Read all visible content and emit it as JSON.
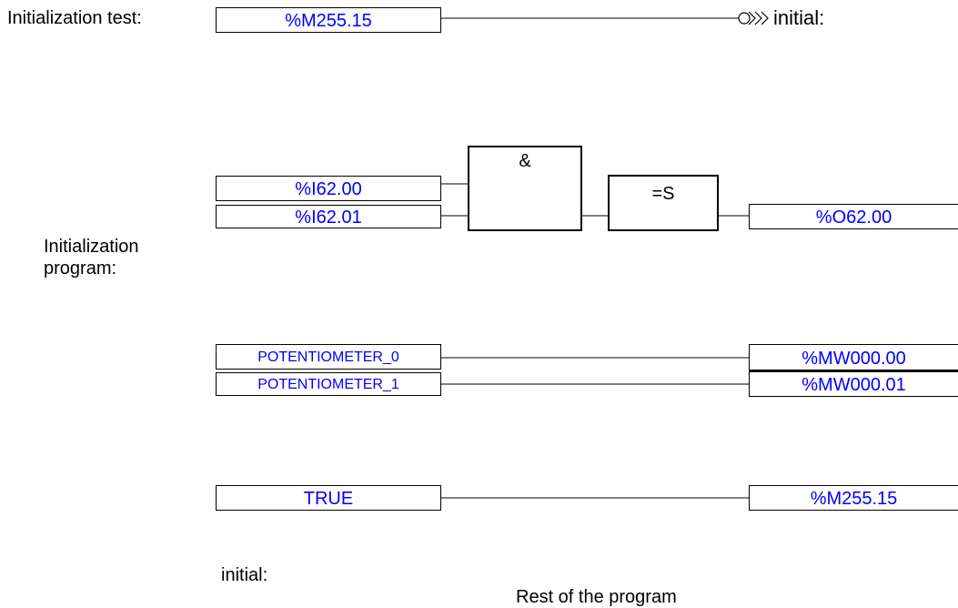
{
  "labels": {
    "init_test": "Initialization test:",
    "init_prog_line1": "Initialization",
    "init_prog_line2": "program:",
    "jump_target": "initial:",
    "label_initial": "initial:",
    "rest": "Rest of the program"
  },
  "rung_test": {
    "input": "%M255.15"
  },
  "rung_and": {
    "inputs": [
      "%I62.00",
      "%I62.01"
    ],
    "and_symbol": "&",
    "set_symbol": "=S",
    "output": "%O62.00"
  },
  "rung_pots": {
    "inputs": [
      "POTENTIOMETER_0",
      "POTENTIOMETER_1"
    ],
    "outputs": [
      "%MW000.00",
      "%MW000.01"
    ]
  },
  "rung_true": {
    "input": "TRUE",
    "output": "%M255.15"
  },
  "colors": {
    "operand": "#0000ff",
    "line": "#000000"
  },
  "icons": {
    "jump": "jump-arrow-icon"
  }
}
